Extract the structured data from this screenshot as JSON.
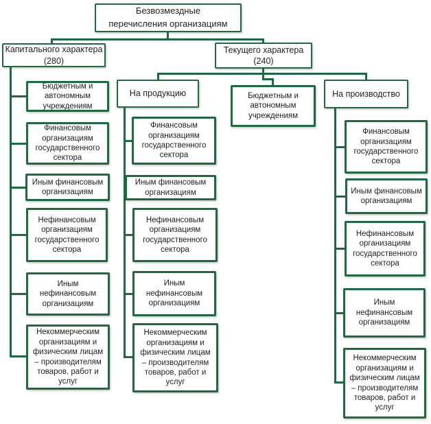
{
  "colors": {
    "accent": "#1b6a40",
    "text": "#1f1f1f",
    "background": "#ffffff"
  },
  "diagram": {
    "root": "Безвозмездные\nперечисления организациям",
    "capital": {
      "header": "Капитального характера\n(280)",
      "items": [
        "Бюджетным и\nавтономным\nучреждениям",
        "Финансовым\nорганизациям\nгосударственного\nсектора",
        "Иным финансовым\nорганизациям",
        "Нефинансовым\nорганизациям\nгосударственного\nсектора",
        "Иным\nнефинансовым\nорганизациям",
        "Некоммерческим\nорганизациям и\nфизическим лицам\n– производителям\nтоваров, работ и\nуслуг"
      ]
    },
    "current": {
      "header": "Текущего характера\n(240)",
      "budget": "Бюджетным и\nавтономным\nучреждениям",
      "products": {
        "header": "На продукцию",
        "items": [
          "Финансовым\nорганизациям\nгосударственного\nсектора",
          "Иным финансовым\nорганизациям",
          "Нефинансовым\nорганизациям\nгосударственного\nсектора",
          "Иным\nнефинансовым\nорганизациям",
          "Некоммерческим\nорганизациям и\nфизическим лицам\n– производителям\nтоваров, работ и\nуслуг"
        ]
      },
      "production": {
        "header": "На производство",
        "items": [
          "Финансовым\nорганизациям\nгосударственного\nсектора",
          "Иным финансовым\nорганизациям",
          "Нефинансовым\nорганизациям\nгосударственного\nсектора",
          "Иным\nнефинансовым\nорганизациям",
          "Некоммерческим\nорганизациям и\nфизическим лицам\n– производителям\nтоваров, работ и\nуслуг"
        ]
      }
    }
  }
}
